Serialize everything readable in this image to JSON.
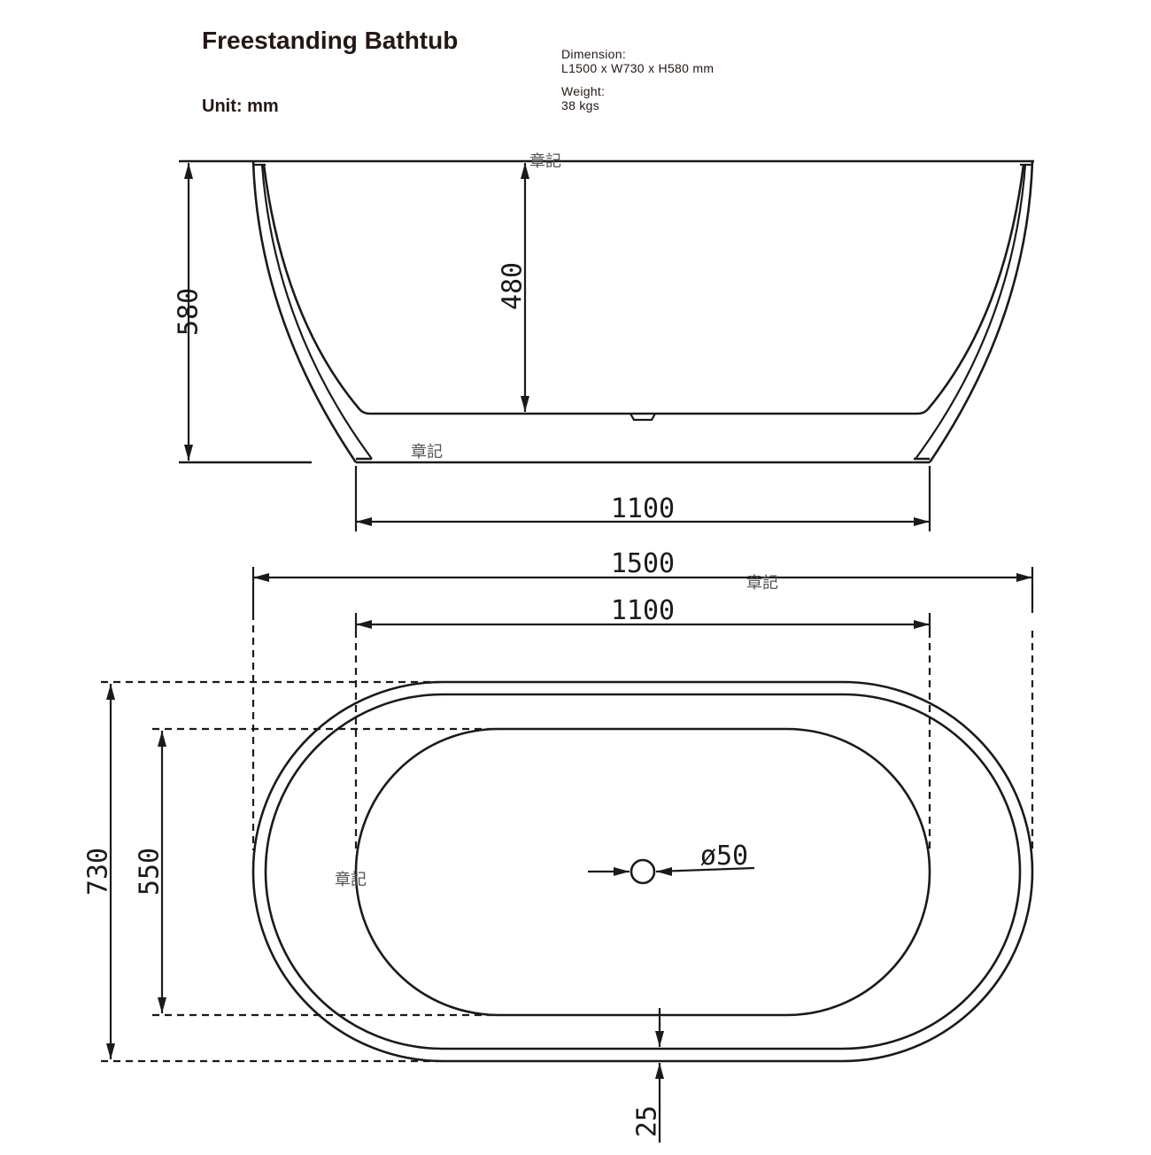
{
  "title": "Freestanding Bathtub",
  "unit": "Unit: mm",
  "dimension_label": "Dimension:",
  "dimension_value": "L1500 x W730 x H580 mm",
  "weight_label": "Weight:",
  "weight_value": "38 kgs",
  "dimensions": {
    "total_height": "580",
    "inner_depth": "480",
    "base_length": "1100",
    "total_length": "1500",
    "inner_length": "1100",
    "total_width": "730",
    "inner_width": "550",
    "drain_diameter": "ø50",
    "rim_width": "25"
  },
  "watermarks": [
    "章記",
    "章記",
    "章記",
    "章記"
  ]
}
